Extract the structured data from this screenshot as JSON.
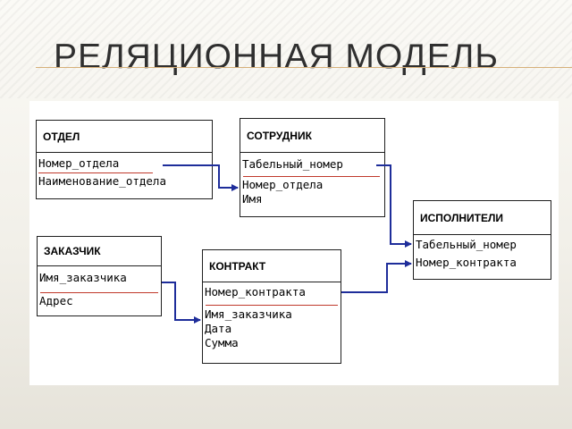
{
  "title": "РЕЛЯЦИОННАЯ МОДЕЛЬ",
  "tables": {
    "otdel": {
      "name": "ОТДЕЛ",
      "fields": [
        "Номер_отдела",
        "Наименование_отдела"
      ]
    },
    "sotrudnik": {
      "name": "СОТРУДНИК",
      "fields": [
        "Табельный_номер",
        "Номер_отдела",
        "Имя"
      ]
    },
    "ispolniteli": {
      "name": "ИСПОЛНИТЕЛИ",
      "fields": [
        "Табельный_номер",
        "Номер_контракта"
      ]
    },
    "zakazchik": {
      "name": "ЗАКАЗЧИК",
      "fields": [
        "Имя_заказчика",
        "Адрес"
      ]
    },
    "kontrakt": {
      "name": "КОНТРАКТ",
      "fields": [
        "Номер_контракта",
        "Имя_заказчика",
        "Дата",
        "Сумма"
      ]
    }
  },
  "colors": {
    "arrow": "#1e2d9a",
    "key_underline": "#c0392b",
    "title_rule": "#d6b07a"
  }
}
